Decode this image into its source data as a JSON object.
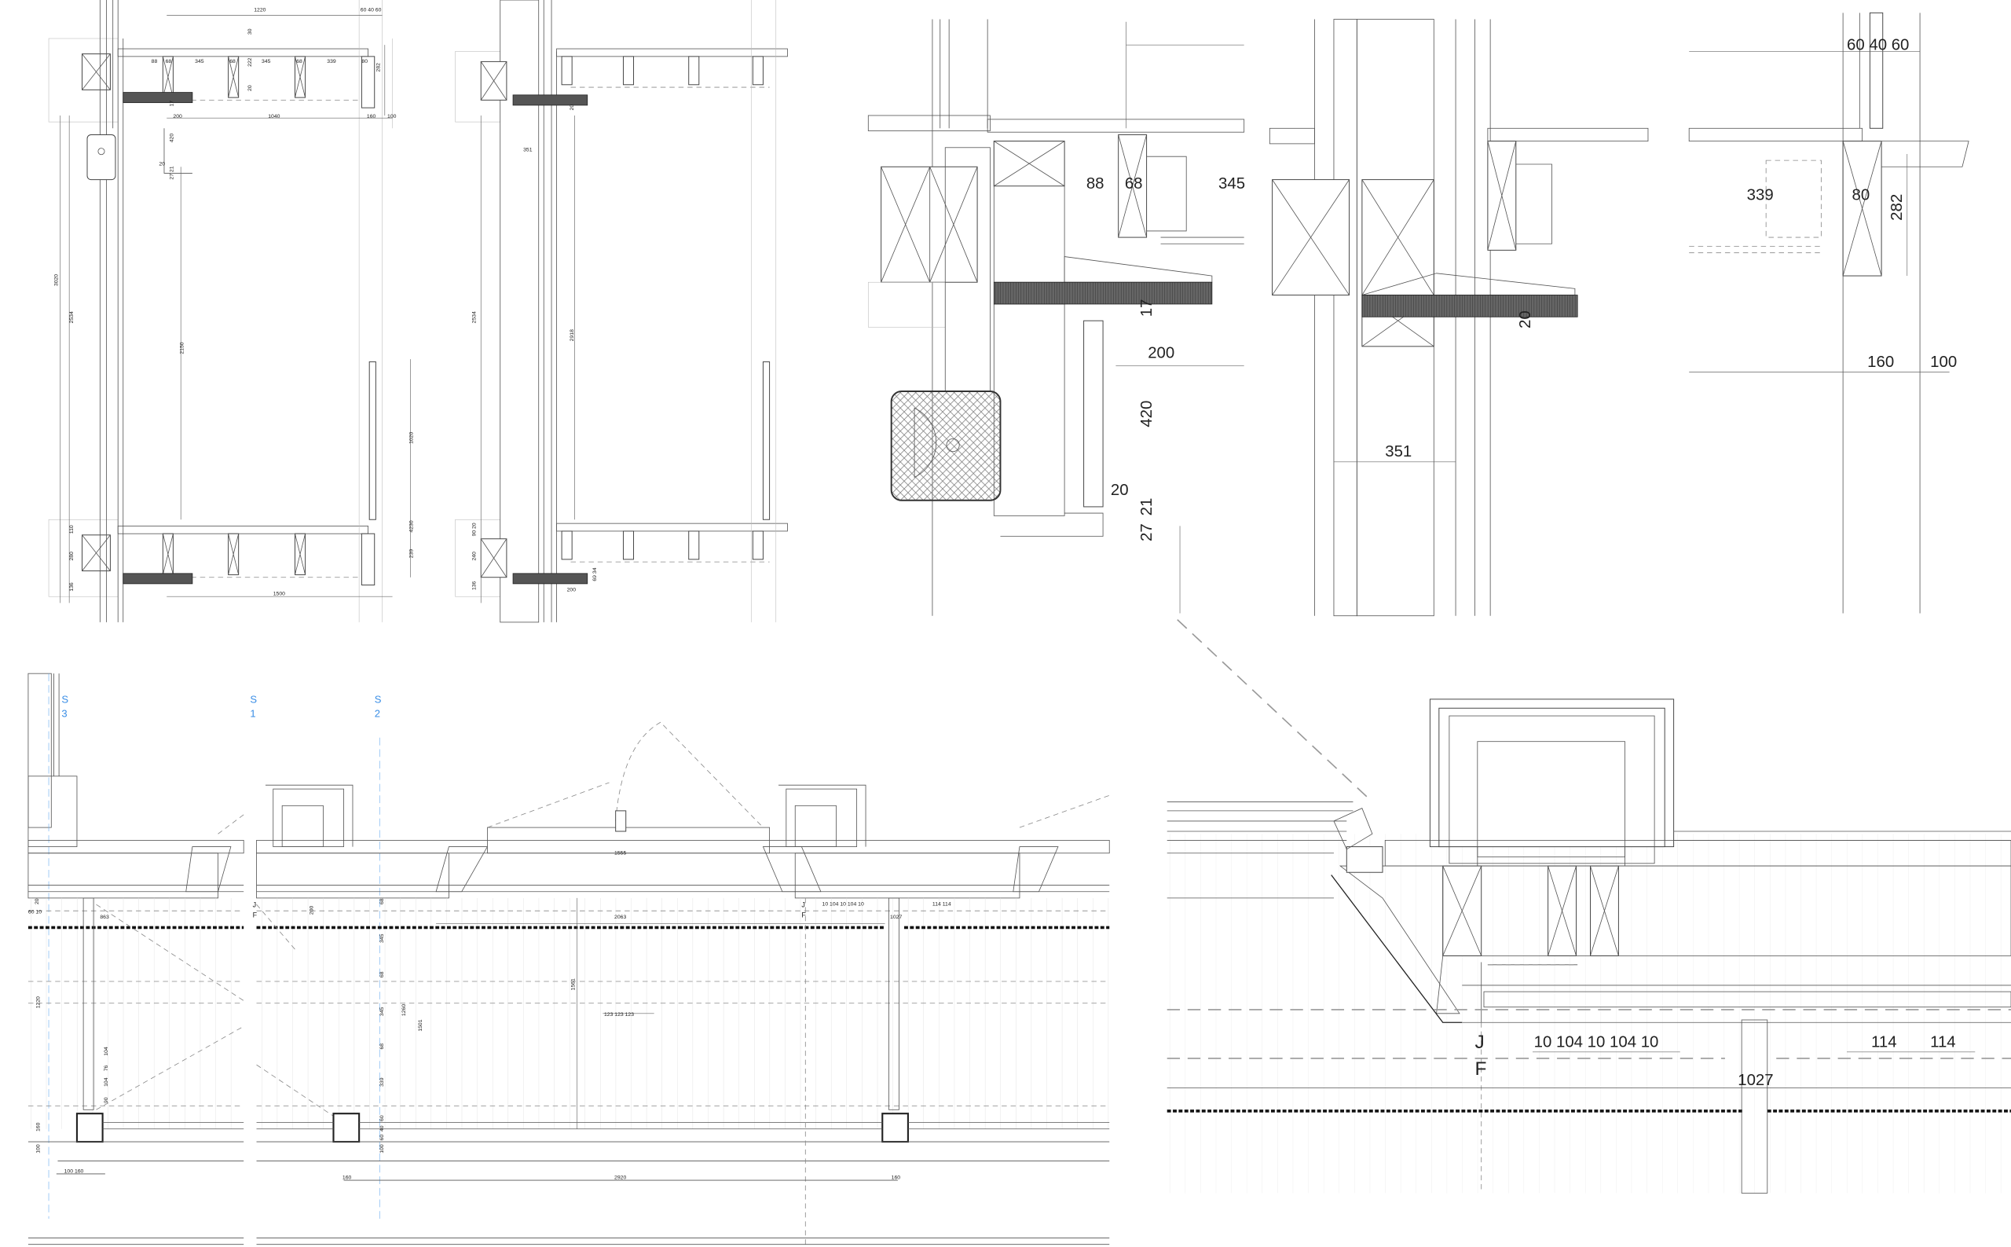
{
  "section_a": {
    "labels": [
      "1220",
      "60 40 60",
      "30",
      "88",
      "68",
      "345",
      "68",
      "222",
      "345",
      "68",
      "339",
      "80",
      "282",
      "20",
      "17",
      "200",
      "1040",
      "160",
      "100",
      "420",
      "20",
      "27 21",
      "3020",
      "2534",
      "2150",
      "1020",
      "4230",
      "239",
      "110",
      "280",
      "136",
      "1500"
    ]
  },
  "section_b": {
    "labels": [
      "351",
      "2534",
      "2918",
      "20",
      "90 20",
      "240",
      "136",
      "69 34",
      "200"
    ]
  },
  "detail_top": {
    "labels": [
      "88",
      "68",
      "345",
      "17",
      "200",
      "420",
      "20",
      "21",
      "27",
      "351",
      "20",
      "60 40 60",
      "339",
      "80",
      "282",
      "160",
      "100"
    ]
  },
  "plan": {
    "axis_labels": [
      {
        "letter": "S",
        "number": "3"
      },
      {
        "letter": "S",
        "number": "1"
      },
      {
        "letter": "S",
        "number": "2"
      }
    ],
    "axis_color": "#3a8ee6",
    "labels": [
      "1555",
      "20",
      "60 10",
      "863",
      "J",
      "F",
      "200",
      "68",
      "2063",
      "J",
      "F",
      "10 104 10 104 10",
      "1027",
      "114 114",
      "345",
      "68",
      "1561",
      "1220",
      "345",
      "1260",
      "1501",
      "123 123 123",
      "104",
      "76",
      "104",
      "90",
      "68",
      "339",
      "60",
      "40",
      "60",
      "160",
      "100",
      "100",
      "100 160",
      "160",
      "2920",
      "160"
    ]
  },
  "detail_bottom": {
    "labels": [
      "J",
      "F",
      "10 104 10 104 10",
      "114",
      "114",
      "1027"
    ]
  }
}
